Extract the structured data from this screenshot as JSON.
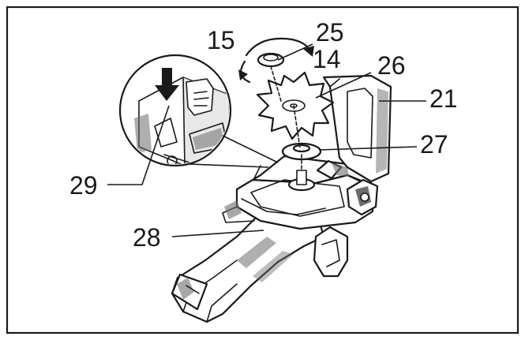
{
  "callouts": {
    "c15": "15",
    "c25": "25",
    "c14": "14",
    "c26": "26",
    "c21": "21",
    "c27": "27",
    "c29": "29",
    "c28": "28"
  },
  "colors": {
    "line": "#1a1a1a",
    "shade": "#6e6e6e",
    "background": "#ffffff"
  },
  "icons": {
    "push_direction": "arrow-down-icon",
    "rotation": "curved-arrow-icon"
  }
}
